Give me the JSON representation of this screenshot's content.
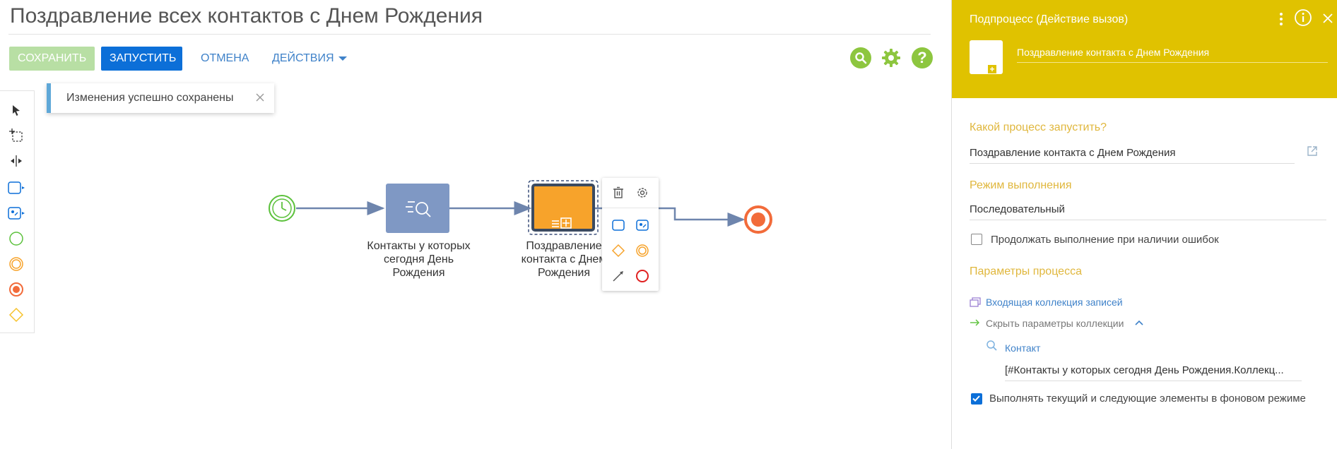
{
  "page": {
    "title": "Поздравление всех контактов с Днем Рождения"
  },
  "toolbar": {
    "save_label": "СОХРАНИТЬ",
    "run_label": "ЗАПУСТИТЬ",
    "cancel_label": "ОТМЕНА",
    "actions_label": "ДЕЙСТВИЯ",
    "icons": [
      "search-icon",
      "gear-icon",
      "help-icon"
    ]
  },
  "toast": {
    "message": "Изменения успешно сохранены"
  },
  "left_tools": [
    "pointer-icon",
    "lasso-select-icon",
    "space-tool-icon",
    "task-icon",
    "subprocess-icon",
    "start-event-icon",
    "intermediate-event-icon",
    "end-event-icon",
    "gateway-icon"
  ],
  "diagram": {
    "nodes": [
      {
        "id": "start",
        "type": "timer-start-event"
      },
      {
        "id": "read",
        "type": "read-data-task",
        "label_lines": [
          "Контакты у которых",
          "сегодня День",
          "Рождения"
        ]
      },
      {
        "id": "subprocess",
        "type": "subprocess",
        "label_lines": [
          "Поздравление",
          "контакта с Днем",
          "Рождения"
        ]
      },
      {
        "id": "end",
        "type": "end-event"
      }
    ]
  },
  "element_menu": {
    "icons": [
      "delete-icon",
      "settings-icon",
      "task-icon",
      "subprocess-icon",
      "gateway-icon",
      "intermediate-event-icon",
      "flow-arrow-icon",
      "end-event-icon"
    ]
  },
  "panel": {
    "header_title": "Подпроцесс (Действие вызов)",
    "element_name": "Поздравление контакта с Днем Рождения",
    "process_label": "Какой процесс запустить?",
    "process_value": "Поздравление контакта с Днем Рождения",
    "mode_label": "Режим выполнения",
    "mode_value": "Последовательный",
    "continue_on_error_label": "Продолжать выполнение при наличии ошибок",
    "continue_on_error_checked": false,
    "params_label": "Параметры процесса",
    "collection_link": "Входящая коллекция записей",
    "hide_params_link": "Скрыть параметры коллекции",
    "contact_param_label": "Контакт",
    "contact_param_value": "[#Контакты у которых сегодня День Рождения.Коллекц...",
    "background_label": "Выполнять текущий и следующие элементы в фоновом режиме",
    "background_checked": true
  },
  "colors": {
    "accent_blue": "#0c6fd8",
    "save_green": "#b8dfa4",
    "icon_green": "#8dc63f",
    "panel_yellow": "#e0c200",
    "subprocess_orange": "#f7a32b",
    "task_steelblue": "#7f98c4",
    "end_red": "#f26b3a",
    "start_green": "#5cc13c"
  }
}
